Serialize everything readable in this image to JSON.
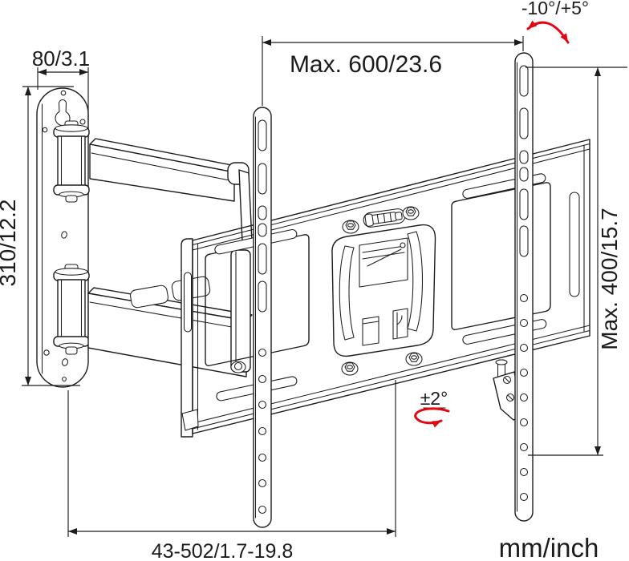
{
  "diagram": {
    "type": "technical-dimension-drawing",
    "subject": "articulating TV wall mount bracket",
    "units_label": "mm/inch",
    "dimensions": {
      "wall_plate_width": "80/3.1",
      "wall_plate_height": "310/12.2",
      "max_bracket_width": "Max. 600/23.6",
      "max_bracket_height": "Max. 400/15.7",
      "extension_range": "43-502/1.7-19.8"
    },
    "angles": {
      "tilt_range": "-10°/+5°",
      "level_adjustment": "±2°"
    },
    "colors": {
      "line": "#1c1c1c",
      "accent_red": "#e30613",
      "background": "#ffffff"
    }
  }
}
